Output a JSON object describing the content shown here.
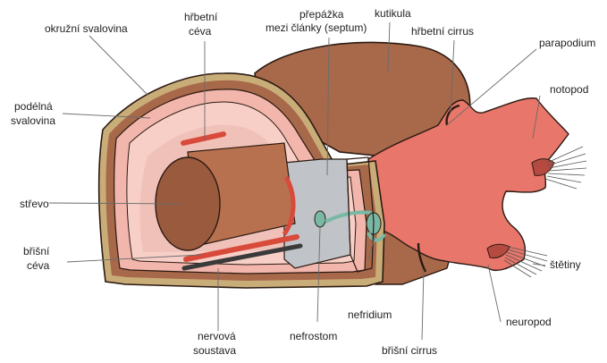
{
  "labels": {
    "okruzni_svalovina": "okružní svalovina",
    "hrbetni_ceva_1": "hřbetní",
    "hrbetni_ceva_2": "céva",
    "prepazka_1": "přepážka",
    "prepazka_2": "mezi články (septum)",
    "kutikula": "kutikula",
    "hrbetni_cirrus": "hřbetní cirrus",
    "parapodium": "parapodium",
    "notopod": "notopod",
    "podelna_1": "podélná",
    "podelna_2": "svalovina",
    "strevo": "střevo",
    "brisni_ceva_1": "břišní",
    "brisni_ceva_2": "céva",
    "stetiny": "štětiny",
    "nefridium": "nefridium",
    "neuropod": "neuropod",
    "nervova_1": "nervová",
    "nervova_2": "soustava",
    "nefrostom": "nefrostom",
    "brisni_cirrus": "břišní cirrus"
  },
  "colors": {
    "body_wall": "#a8684a",
    "cuticle_edge": "#c9ad78",
    "muscle_pink": "#f2b6ac",
    "gut": "#9a5a3e",
    "parapodium": "#e8766a",
    "vessel": "#d84a3a",
    "septum": "#c0c4c8",
    "nerve": "#3a3a3a",
    "nephridium": "#7ab8a6"
  }
}
